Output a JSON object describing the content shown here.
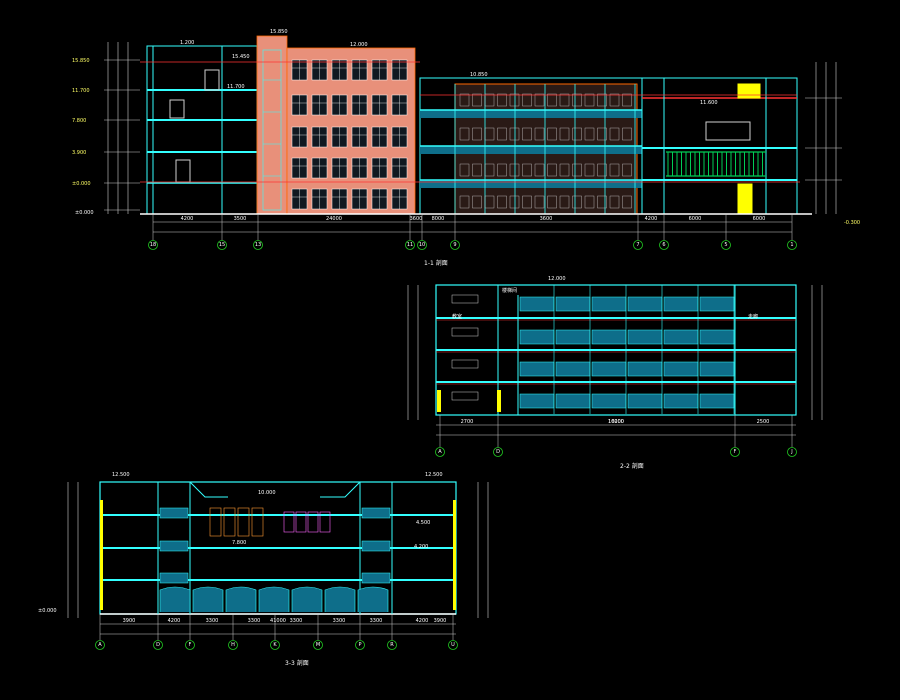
{
  "colors": {
    "background": "#000000",
    "wall_cyan": "#33ffff",
    "brick_salmon": "#e8907a",
    "window_blue": "#3399ff",
    "glass_teal": "#0e6e8a",
    "floor_green": "#00cc55",
    "accent_yellow": "#ffff00",
    "level_red": "#ff3333",
    "axis_green": "#22cc22",
    "dim_white": "#cfcfcf"
  },
  "drawings": [
    {
      "id": "section-1",
      "title": "1-1 剖面",
      "axis_labels": [
        "18",
        "15",
        "13",
        "11",
        "10",
        "9",
        "7",
        "6",
        "5",
        "1"
      ],
      "top_labels": [
        "1.200",
        "12.000",
        "15.850"
      ],
      "room_labels": [
        "15.450",
        "11.700",
        "11.600",
        "10.850",
        "±0.000"
      ],
      "dims": [
        "4200",
        "3500",
        "24000",
        "3600",
        "8000",
        "3600",
        "4200",
        "6000",
        "6000"
      ]
    },
    {
      "id": "section-2",
      "title": "2-2 剖面",
      "axis_labels": [
        "A",
        "D",
        "F",
        "J"
      ],
      "top_labels": [
        "12.000"
      ],
      "room_labels": [
        "教室",
        "走廊",
        "楼梯间"
      ],
      "dims": [
        "2700",
        "10000",
        "2500",
        "16200"
      ]
    },
    {
      "id": "section-3",
      "title": "3-3 剖面",
      "axis_labels": [
        "A",
        "D",
        "F",
        "H",
        "K",
        "M",
        "P",
        "R",
        "U"
      ],
      "top_labels": [
        "12.500",
        "10.000",
        "12.500"
      ],
      "room_labels": [
        "4.500",
        "7.800",
        "4.200",
        "±0.000"
      ],
      "dims": [
        "3900",
        "4200",
        "3300",
        "3300",
        "3300",
        "3300",
        "3300",
        "4200",
        "3900",
        "41000"
      ]
    }
  ],
  "level_marks": [
    "15.850",
    "11.700",
    "7.800",
    "3.900",
    "±0.000",
    "-0.300"
  ]
}
